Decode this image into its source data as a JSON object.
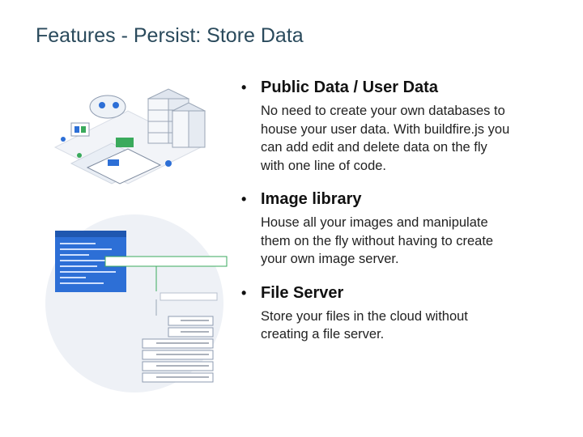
{
  "slide": {
    "title": "Features - Persist: Store Data"
  },
  "bullets": [
    {
      "heading": "Public Data / User Data",
      "lines": [
        "No need to create your own databases to",
        "house your user data. With buildfire.js you",
        "can add edit and delete data on the fly",
        "with one line of code."
      ]
    },
    {
      "heading": "Image library",
      "lines": [
        "House all your images and manipulate",
        "them on the fly without having to create",
        "your own image server."
      ]
    },
    {
      "heading": "File Server",
      "lines": [
        "Store your files in the cloud without",
        "creating a file server."
      ]
    }
  ],
  "colors": {
    "title": "#2a4a5c",
    "accent_blue": "#2d6fd6",
    "accent_green": "#3aaa5c",
    "panel_bg": "#eef1f6"
  }
}
